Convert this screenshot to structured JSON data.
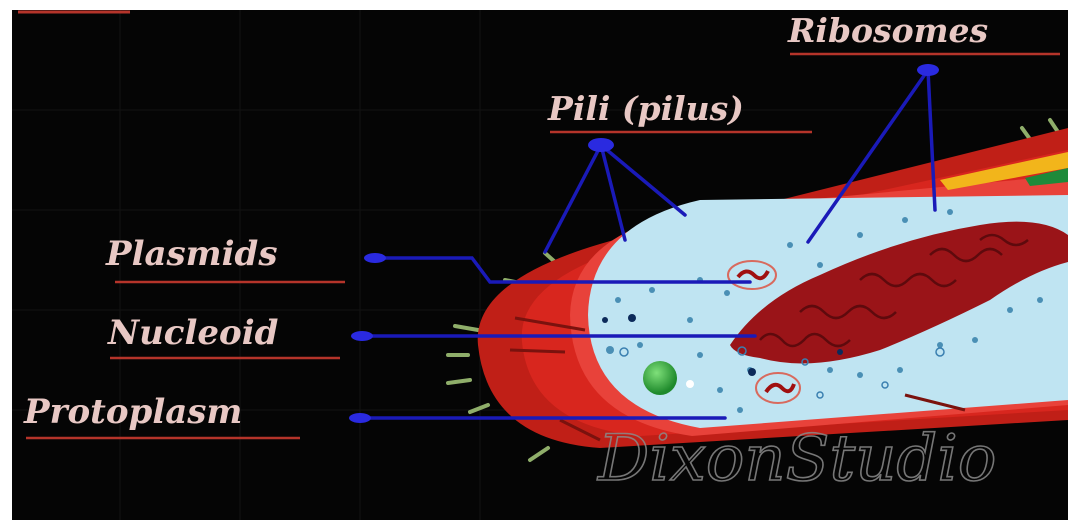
{
  "diagram": {
    "labels": {
      "ribosomes": "Ribosomes",
      "pili": "Pili (pilus)",
      "plasmids": "Plasmids",
      "nucleoid": "Nucleoid",
      "protoplasm": "Protoplasm"
    },
    "watermark": "DixonStudio"
  },
  "colors": {
    "background": "#050505",
    "label_text": "#e8c8c4",
    "underline": "#b5342a",
    "pointer": "#1a1ab8",
    "cell_wall": "#d8261e",
    "cytoplasm": "#bfe4f2",
    "nucleoid": "#9a1418",
    "pilus": "#8fae6a"
  }
}
